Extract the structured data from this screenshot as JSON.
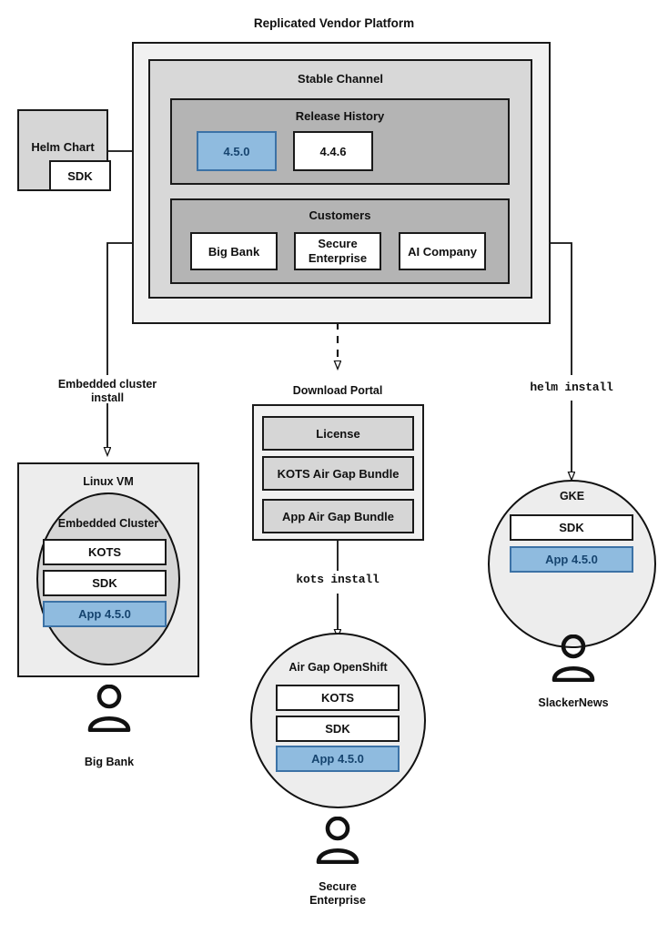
{
  "diagram": {
    "title": "Replicated Vendor Platform",
    "type": "architecture-flow",
    "colors": {
      "accent_blue_fill": "#8fbbdf",
      "accent_blue_border": "#3c72a6",
      "accent_blue_text": "#16446f",
      "platform_fill": "#f1f1f1",
      "channel_fill": "#d8d8d8",
      "section_fill": "#b4b4b4",
      "panel_fill": "#d6d6d6",
      "stroke": "#1a1a1a",
      "background": "#ffffff"
    }
  },
  "helm_chart": {
    "label": "Helm Chart",
    "sdk_label": "SDK"
  },
  "platform": {
    "title": "Replicated Vendor Platform",
    "channel": {
      "title": "Stable Channel",
      "release_history": {
        "title": "Release History",
        "releases": [
          {
            "version": "4.5.0",
            "highlighted": true
          },
          {
            "version": "4.4.6",
            "highlighted": false
          }
        ]
      },
      "customers": {
        "title": "Customers",
        "items": [
          {
            "name": "Big Bank"
          },
          {
            "name": "Secure\nEnterprise"
          },
          {
            "name": "AI Company"
          }
        ]
      }
    }
  },
  "connectors": {
    "embedded_cluster_install": "Embedded cluster\ninstall",
    "helm_install": "helm install",
    "kots_install": "kots install"
  },
  "download_portal": {
    "title": "Download Portal",
    "artifacts": [
      {
        "label": "License"
      },
      {
        "label": "KOTS Air Gap Bundle"
      },
      {
        "label": "App Air Gap Bundle"
      }
    ]
  },
  "targets": [
    {
      "id": "linux-vm",
      "title": "Linux VM",
      "inner_title": "Embedded Cluster",
      "components": [
        {
          "label": "KOTS",
          "highlighted": false
        },
        {
          "label": "SDK",
          "highlighted": false
        },
        {
          "label": "App 4.5.0",
          "highlighted": true
        }
      ],
      "customer": "Big Bank"
    },
    {
      "id": "air-gap-openshift",
      "title": "Air Gap OpenShift",
      "components": [
        {
          "label": "KOTS",
          "highlighted": false
        },
        {
          "label": "SDK",
          "highlighted": false
        },
        {
          "label": "App 4.5.0",
          "highlighted": true
        }
      ],
      "customer": "Secure\nEnterprise"
    },
    {
      "id": "gke",
      "title": "GKE",
      "components": [
        {
          "label": "SDK",
          "highlighted": false
        },
        {
          "label": "App 4.5.0",
          "highlighted": true
        }
      ],
      "customer": "SlackerNews"
    }
  ]
}
